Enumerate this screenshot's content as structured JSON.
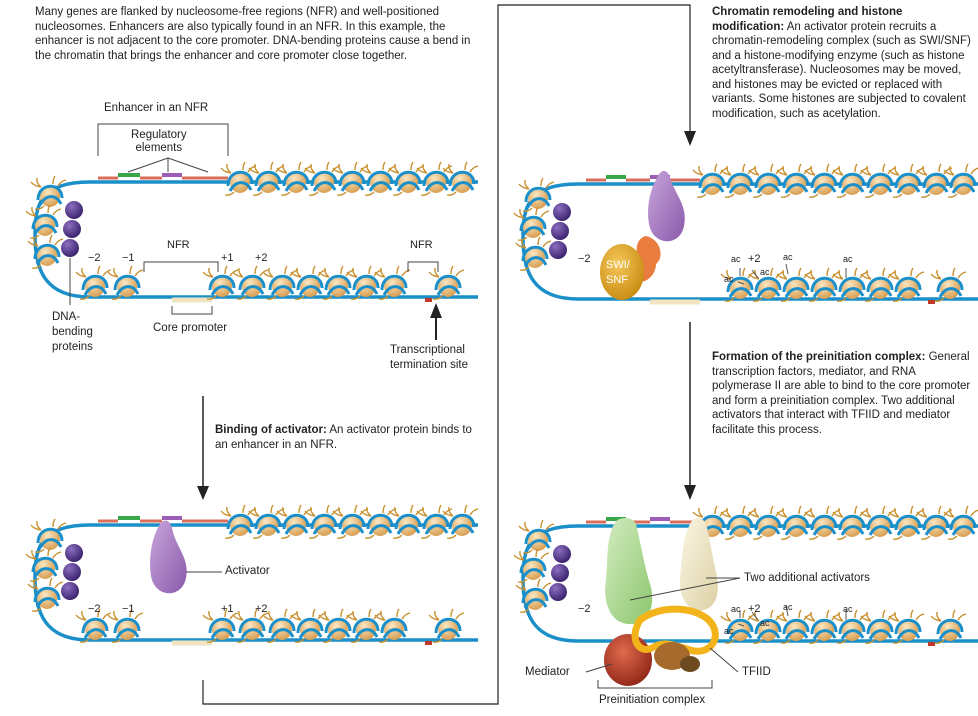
{
  "panel1": {
    "description": "Many genes are flanked by nucleosome-free regions (NFR) and well-positioned nucleosomes. Enhancers are also typically found in an NFR. In this example, the enhancer is not adjacent to the core promoter. DNA-bending proteins cause a bend in the chromatin that brings the enhancer and core promoter close together.",
    "enhancer_label": "Enhancer in an NFR",
    "regulatory_label": "Regulatory\nelements",
    "nfr_left": "NFR",
    "nfr_right": "NFR",
    "minus2": "−2",
    "minus1": "−1",
    "plus1": "+1",
    "plus2": "+2",
    "dna_bending": "DNA-\nbending\nproteins",
    "core_promoter": "Core promoter",
    "termination": "Transcriptional\ntermination site"
  },
  "step1": {
    "title": "Binding of activator:",
    "text": " An activator protein binds to an enhancer in an NFR."
  },
  "panel2": {
    "activator": "Activator",
    "minus2": "−2",
    "minus1": "−1",
    "plus1": "+1",
    "plus2": "+2"
  },
  "step2": {
    "title": "Chromatin remodeling and histone modification:",
    "text": " An activator protein recruits a chromatin-remodeling complex (such as SWI/SNF) and a histone-modifying enzyme (such as histone acetyltransferase). Nucleosomes may be moved, and histones may be evicted or replaced with variants. Some histones are subjected to covalent modification, such as acetylation."
  },
  "panel3": {
    "swisnf": "SWI/\nSNF",
    "minus2": "−2",
    "plus2": "+2",
    "ac": "ac"
  },
  "step3": {
    "title": "Formation of the preinitiation complex:",
    "text": " General transcription factors, mediator, and RNA polymerase II are able to bind to the core promoter and form a preinitiation complex. Two additional activators that interact with TFIID and mediator facilitate this process."
  },
  "panel4": {
    "two_activators": "Two additional activators",
    "mediator": "Mediator",
    "tfiid": "TFIID",
    "preinitiation": "Preinitiation complex",
    "minus2": "−2",
    "plus2": "+2",
    "ac": "ac"
  },
  "colors": {
    "dna": "#1b8fc9",
    "nucleosome": "#e8b36a",
    "bending": "#5b3d8f",
    "activator": "#a77bc1",
    "swisnf": "#e0a21a",
    "hat": "#e97c3f",
    "mediator": "#b83a26",
    "tfiid": "#f3b41b",
    "green_activator": "#a6d48a",
    "cream_activator": "#efe6c4",
    "enhancer_green": "#3aa64a",
    "enhancer_purple": "#9b5db5",
    "enhancer_red": "#d86d5a",
    "promoter": "#f1e4c0"
  }
}
